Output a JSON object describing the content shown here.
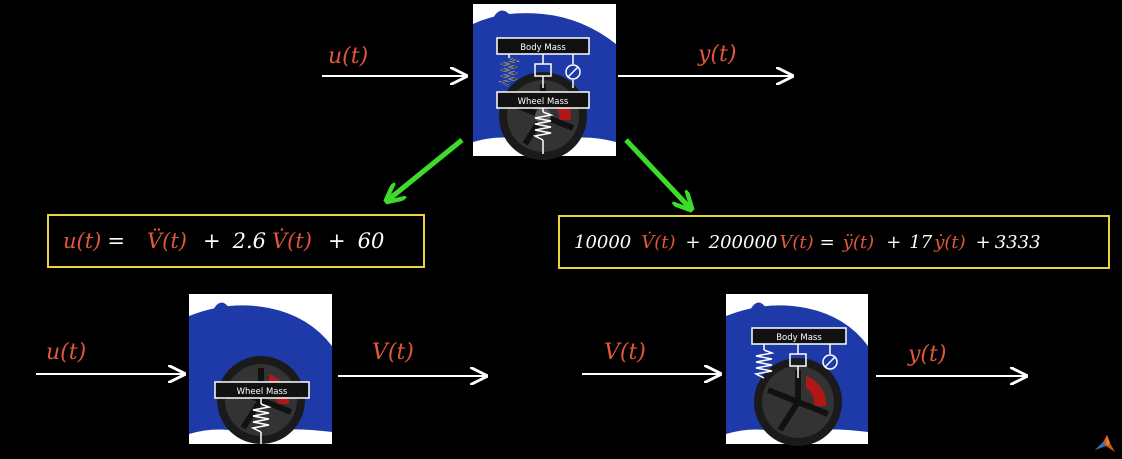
{
  "labels": {
    "top_input": "u(t)",
    "top_output": "y(t)",
    "left_input": "u(t)",
    "left_output": "V(t)",
    "right_input": "V(t)",
    "right_output": "y(t)"
  },
  "blocks": {
    "body_mass": "Body Mass",
    "wheel_mass": "Wheel Mass"
  },
  "equation_left": {
    "lhs": "u(t)",
    "eq": "=",
    "t1": "V̈(t)",
    "p1": "+",
    "c2": "2.6",
    "t2": "V̇(t)",
    "p2": "+",
    "c3": "60"
  },
  "equation_right": {
    "c1": "10000",
    "t1": "V̇(t)",
    "p1": "+",
    "c2": "200000",
    "t2": "V(t)",
    "eq": "=",
    "t3": "ÿ(t)",
    "p2": "+",
    "c3": "17",
    "t4": "ẏ(t)",
    "p3": "+",
    "c4": "3333"
  },
  "colors": {
    "arrow_white": "#ffffff",
    "arrow_green": "#3ddc2a",
    "label_red": "#e0573a",
    "box_yellow": "#e9d43a",
    "car_blue": "#1e3aa8"
  }
}
